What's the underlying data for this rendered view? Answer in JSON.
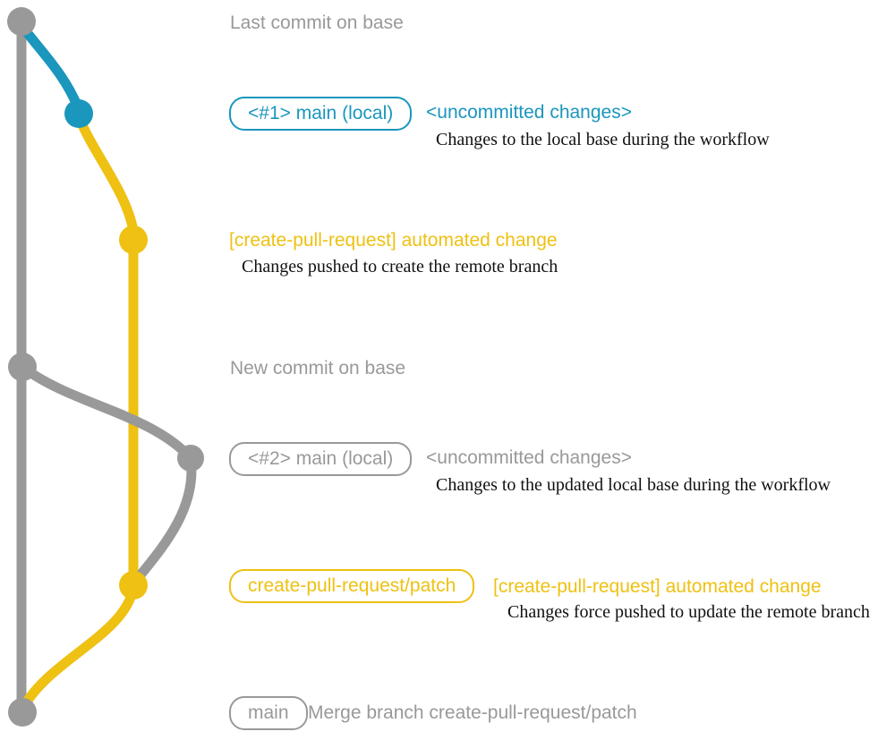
{
  "colors": {
    "gray": "#999999",
    "blue": "#1b96bd",
    "yellow": "#eec112",
    "ink": "#111111",
    "bg": "#ffffff"
  },
  "annotations": {
    "last_commit_heading": "Last commit on base",
    "row1": {
      "badge": "<#1> main (local)",
      "label": "<uncommitted changes>",
      "description": "Changes to the local base during the workflow"
    },
    "row2": {
      "label": "[create-pull-request] automated change",
      "description": "Changes pushed to create the remote branch"
    },
    "new_commit_heading": "New commit on base",
    "row3": {
      "badge": "<#2> main (local)",
      "label": "<uncommitted changes>",
      "description": "Changes to the updated local base during the workflow"
    },
    "row4": {
      "badge": "create-pull-request/patch",
      "label": "[create-pull-request] automated change",
      "description": "Changes force pushed to update the remote branch"
    },
    "row5": {
      "badge": "main",
      "label": "Merge branch create-pull-request/patch"
    }
  }
}
